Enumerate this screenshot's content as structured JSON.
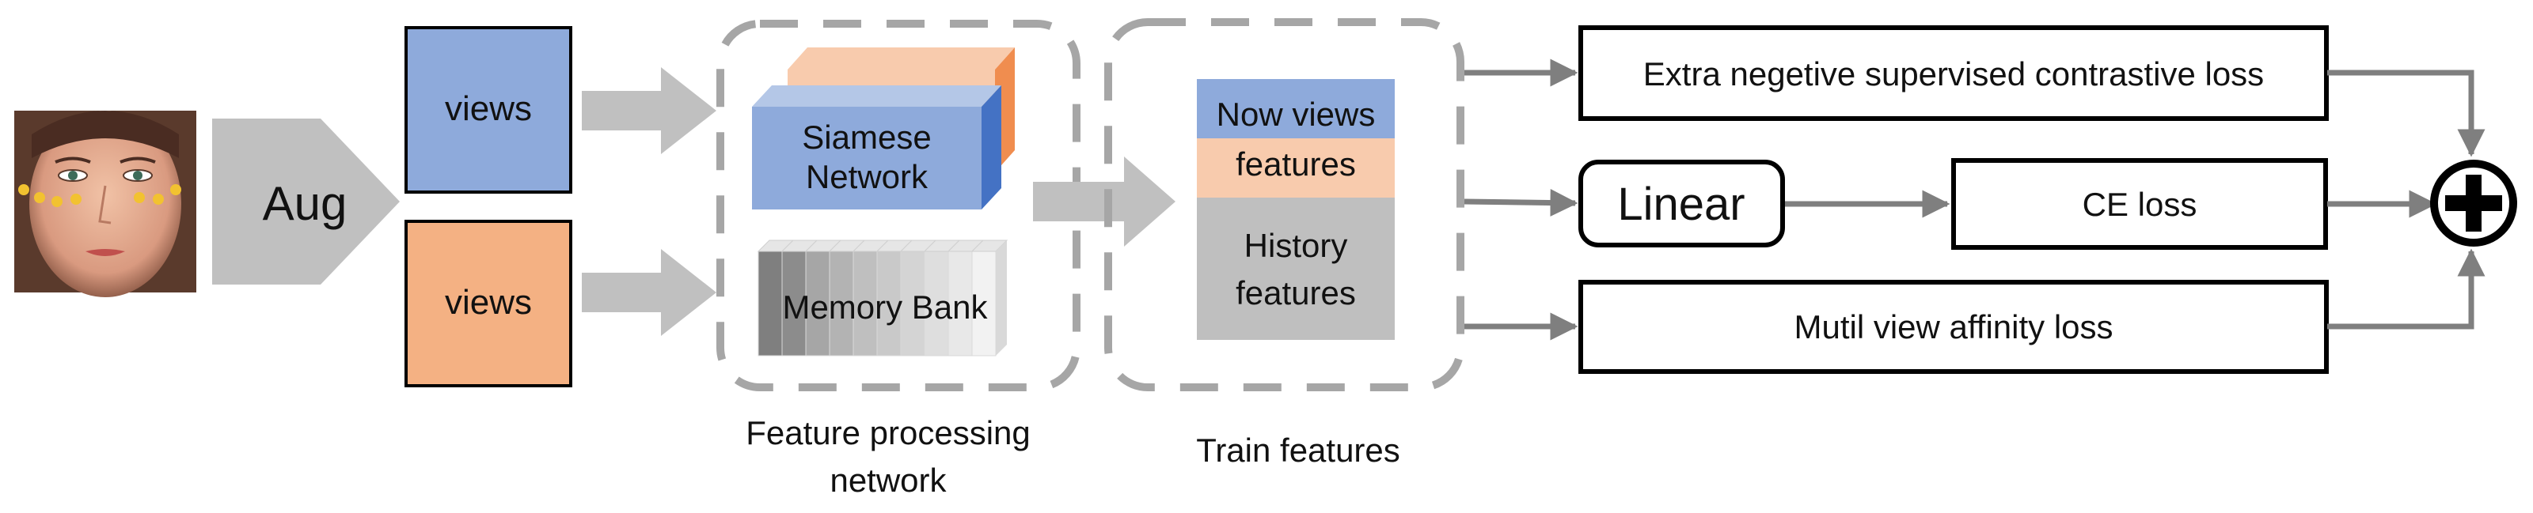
{
  "colors": {
    "blue_fill": "#8eaadb",
    "orange_fill": "#f4b183",
    "peach_fill": "#f8cbad",
    "gray_fill": "#bfbfbf",
    "arrow_gray": "#c0c0c0",
    "line_gray": "#7f7f7f",
    "dash_gray": "#a6a6a6",
    "box_stroke": "#000000"
  },
  "input": {
    "image": "face-photo"
  },
  "aug": {
    "label": "Aug"
  },
  "views": [
    {
      "label": "views",
      "color": "blue"
    },
    {
      "label": "views",
      "color": "orange"
    }
  ],
  "feature_processing": {
    "siamese_label_line1": "Siamese",
    "siamese_label_line2": "Network",
    "memory_bank_label": "Memory Bank",
    "caption_line1": "Feature processing",
    "caption_line2": "network"
  },
  "train_features": {
    "now_views_line1": "Now views",
    "now_views_line2": "features",
    "history_line1": "History",
    "history_line2": "features",
    "caption": "Train features"
  },
  "losses": {
    "extra_negative": "Extra negetive supervised contrastive loss",
    "linear": "Linear",
    "ce_loss": "CE loss",
    "multi_view": "Mutil view affinity loss"
  },
  "sum_node": {
    "icon": "plus-circle-icon"
  }
}
